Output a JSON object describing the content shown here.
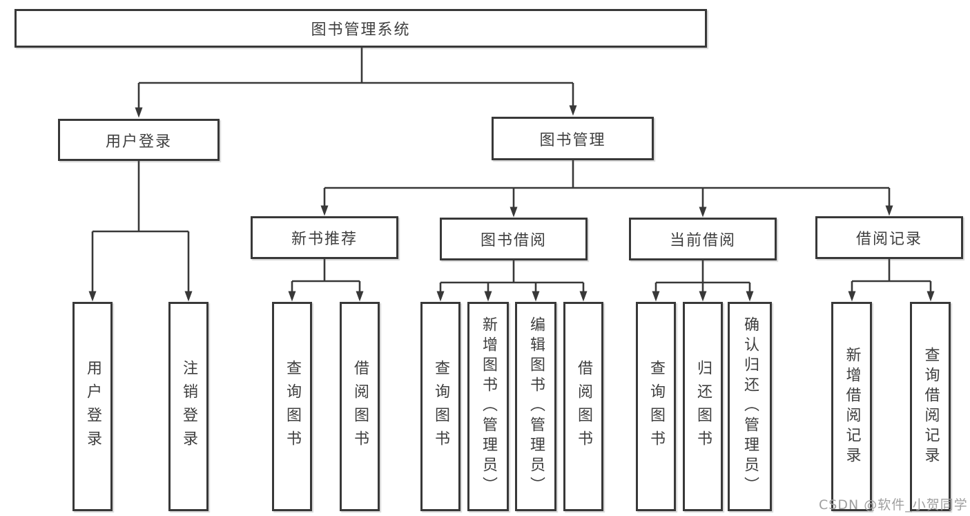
{
  "diagram": {
    "tree": {
      "label": "图书管理系统",
      "children": [
        {
          "label": "用户登录",
          "children": [
            {
              "label": "用户登录"
            },
            {
              "label": "注销登录"
            }
          ]
        },
        {
          "label": "图书管理",
          "children": [
            {
              "label": "新书推荐",
              "children": [
                {
                  "label": "查询图书"
                },
                {
                  "label": "借阅图书"
                }
              ]
            },
            {
              "label": "图书借阅",
              "children": [
                {
                  "label": "查询图书"
                },
                {
                  "label": "新增图书（管理员）"
                },
                {
                  "label": "编辑图书（管理员）"
                },
                {
                  "label": "借阅图书"
                }
              ]
            },
            {
              "label": "当前借阅",
              "children": [
                {
                  "label": "查询图书"
                },
                {
                  "label": "归还图书"
                },
                {
                  "label": "确认归还（管理员）"
                }
              ]
            },
            {
              "label": "借阅记录",
              "children": [
                {
                  "label": "新增借阅记录"
                },
                {
                  "label": "查询借阅记录"
                }
              ]
            }
          ]
        }
      ]
    },
    "colors": {
      "line": "#383838",
      "box_border": "#383838",
      "text": "#3e3e3e",
      "background": "#ffffff",
      "watermark": "#9f9f9f"
    }
  },
  "watermark": {
    "text": "CSDN @软件_小贺同学"
  }
}
